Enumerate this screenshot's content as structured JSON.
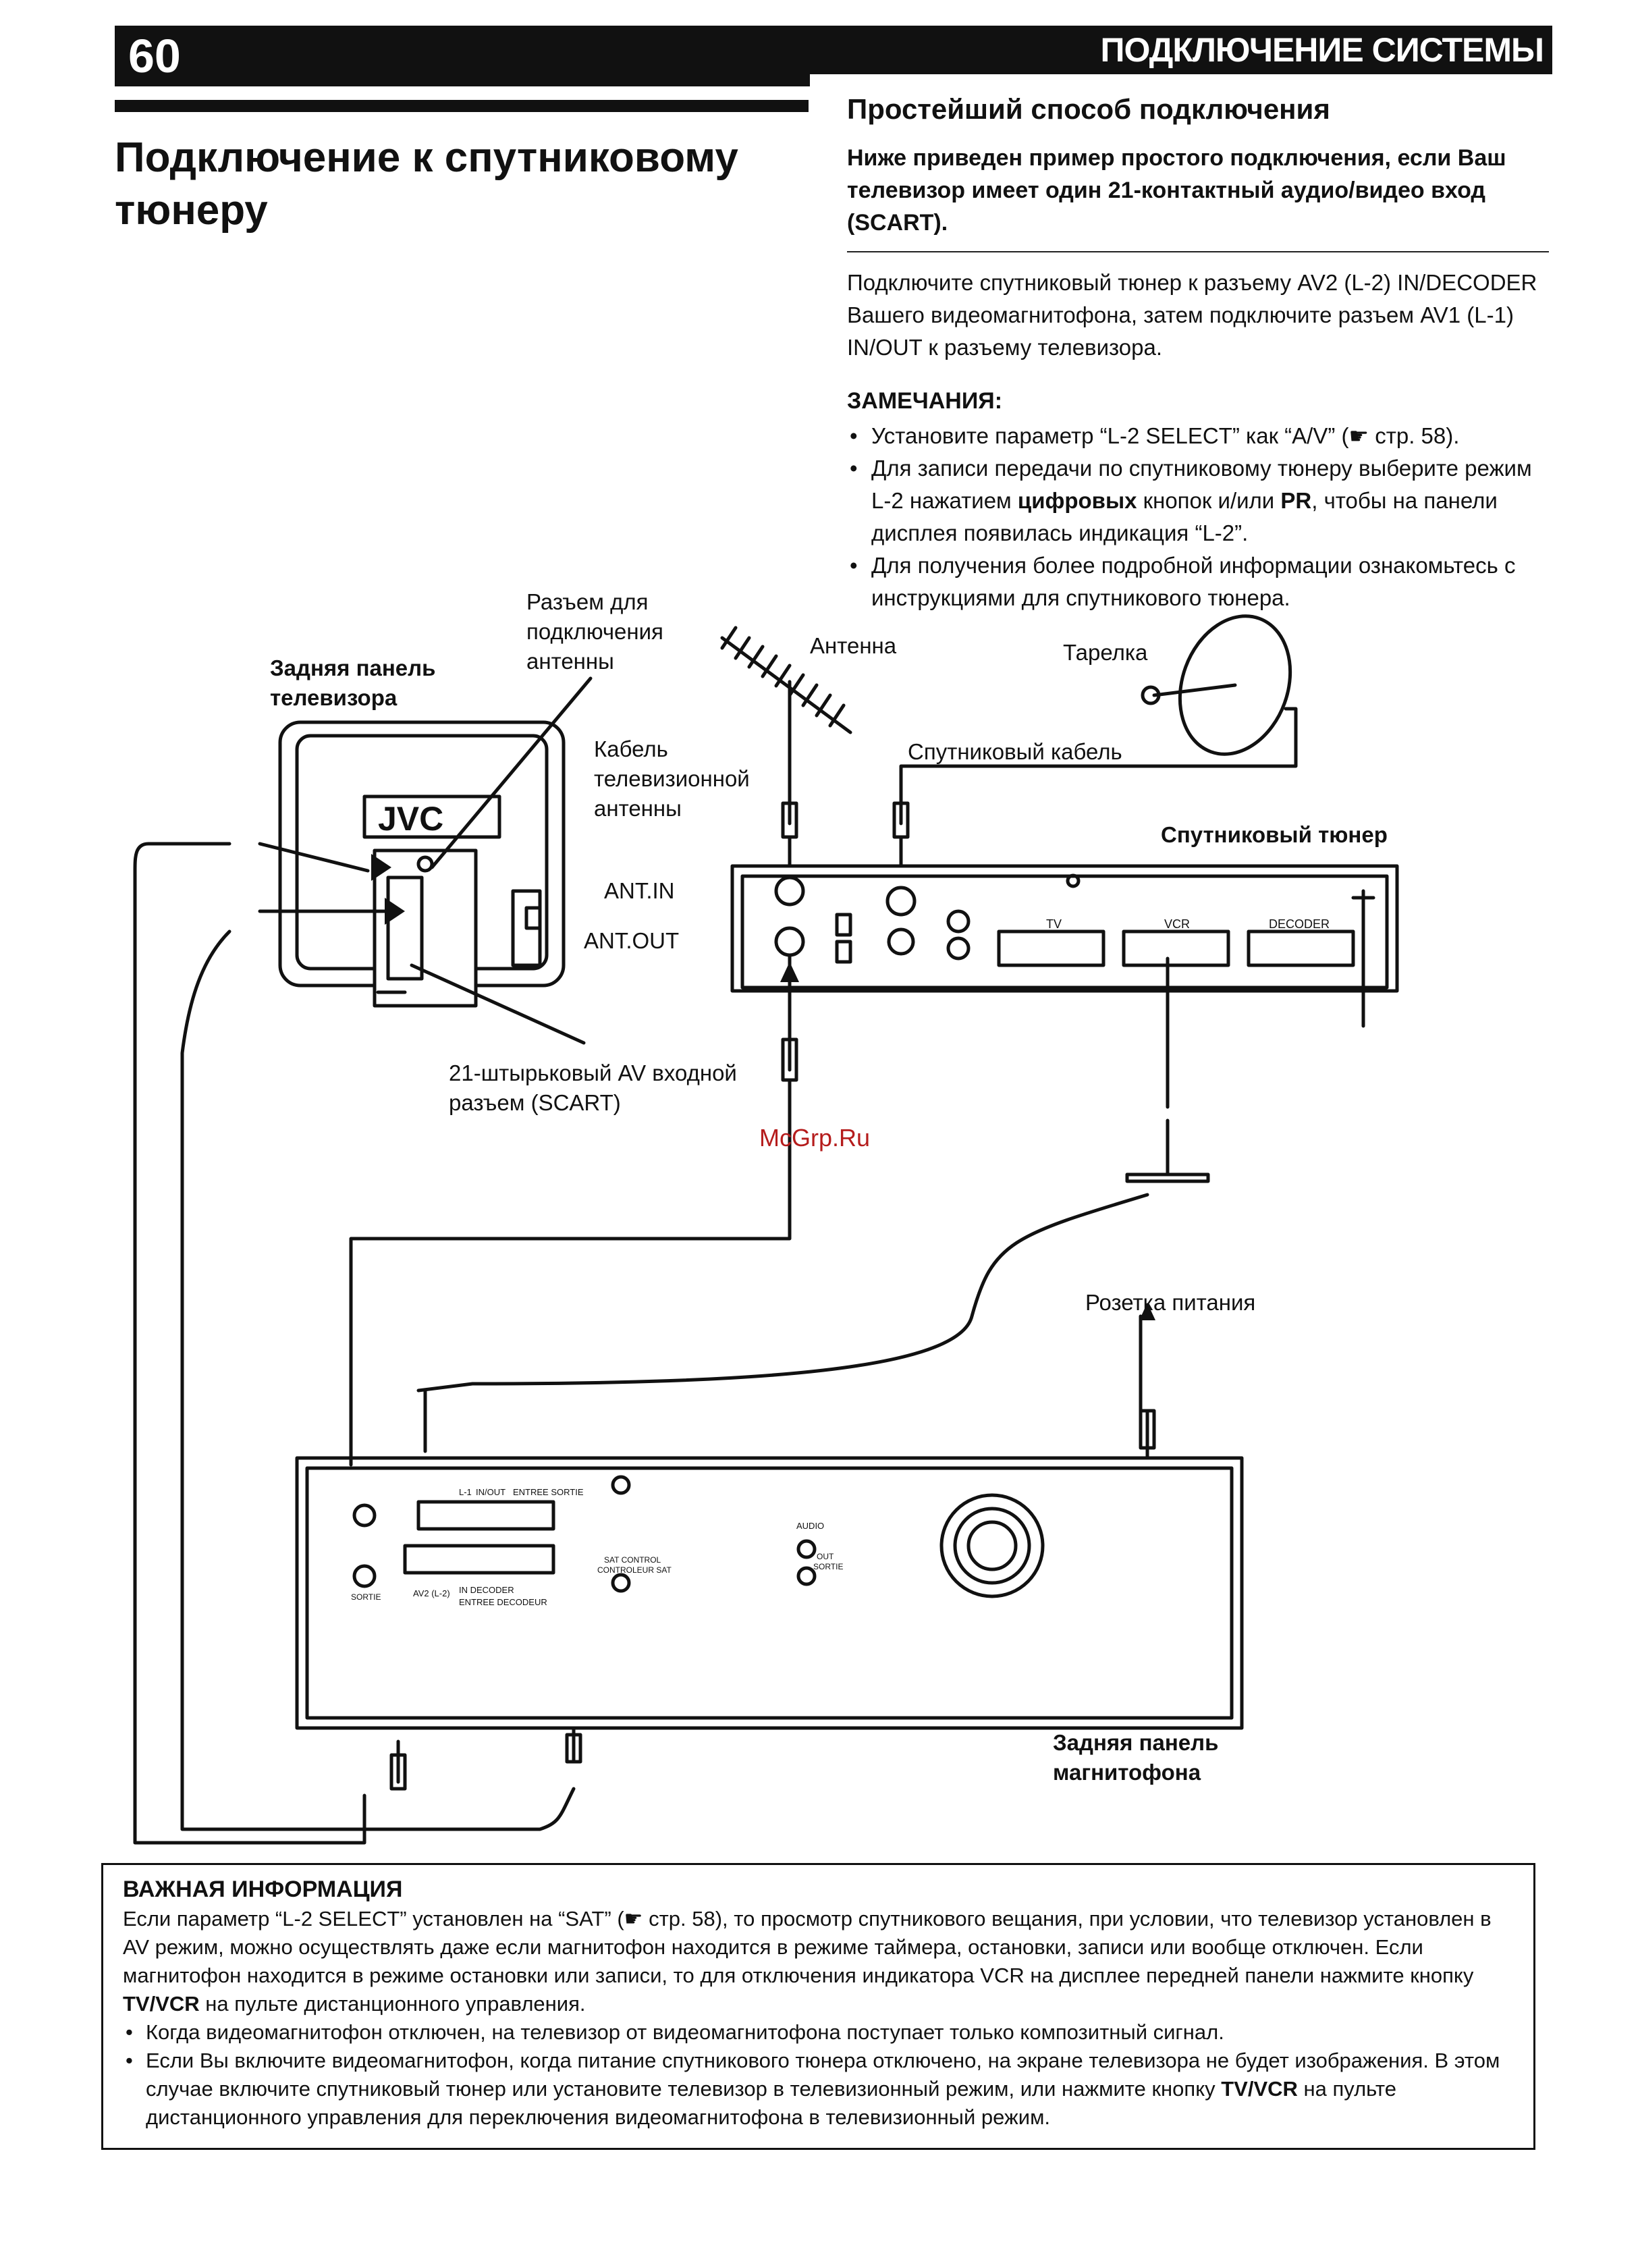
{
  "header": {
    "page_number": "60",
    "section_title": "ПОДКЛЮЧЕНИЕ СИСТЕМЫ"
  },
  "title": {
    "line1": "Подключение к спутниковому",
    "line2": "тюнеру"
  },
  "simple": {
    "heading": "Простейший способ подключения",
    "intro": "Ниже приведен пример простого подключения, если Ваш телевизор имеет один 21-контактный аудио/видео вход (SCART).",
    "body": "Подключите спутниковый тюнер к разъему AV2 (L-2) IN/DECODER Вашего видеомагнитофона, затем подключите разъем AV1 (L-1) IN/OUT к разъему телевизора."
  },
  "notes": {
    "heading": "ЗАМЕЧАНИЯ:",
    "items": [
      {
        "text": "Установите параметр “L-2 SELECT” как “A/V” (☛ стр. 58)."
      },
      {
        "pre": "Для записи передачи по спутниковому тюнеру выберите режим L-2 нажатием ",
        "bold1": "цифровых",
        "mid": " кнопок и/или ",
        "bold2": "PR",
        "post": ", чтобы на панели дисплея появилась индикация “L-2”."
      },
      {
        "text": "Для получения более подробной информации ознакомьтесь с инструкциями для спутникового тюнера."
      }
    ]
  },
  "diagram": {
    "antenna_connector": "Разъем для подключения антенны",
    "tv_rear": "Задняя панель телевизора",
    "antenna": "Антенна",
    "dish": "Тарелка",
    "tv_antenna_cable": "Кабель телевизионной антенны",
    "satellite_cable": "Спутниковый кабель",
    "satellite_tuner": "Спутниковый тюнер",
    "ant_in": "ANT.IN",
    "ant_out": "ANT.OUT",
    "scart_label": "21-штырьковый AV входной разъем (SCART)",
    "tuner_tv": "TV",
    "tuner_vcr": "VCR",
    "tuner_decoder": "DECODER",
    "tv_brand": "JVC",
    "power_outlet": "Розетка питания",
    "vcr_rear": "Задняя панель магнитофона",
    "vcr_in_out": "IN/OUT",
    "vcr_entree_sortie": "ENTREE SORTIE",
    "vcr_av1": "L-1",
    "vcr_av2": "AV2 (L-2)",
    "vcr_in_decoder": "IN DECODER",
    "vcr_entree_decodeur": "ENTREE DECODEUR",
    "vcr_sat_control": "SAT CONTROL",
    "vcr_controleur_sat": "CONTROLEUR SAT",
    "vcr_audio": "AUDIO",
    "vcr_out": "OUT",
    "vcr_sortie": "SORTIE",
    "vcr_sortie_small": "SORTIE"
  },
  "watermark": "McGrp.Ru",
  "important": {
    "heading": "ВАЖНАЯ ИНФОРМАЦИЯ",
    "p_pre": "Если параметр “L-2 SELECT” установлен на “SAT” (☛ стр. 58), то просмотр спутникового вещания, при условии, что телевизор установлен в AV режим, можно осуществлять даже если магнитофон находится в режиме таймера, остановки, записи или вообще отключен. Если магнитофон находится в режиме остановки или записи, то для отключения индикатора VCR на дисплее передней панели нажмите кнопку ",
    "p_bold": "TV/VCR",
    "p_post": " на пульте дистанционного управления.",
    "bullet1": "Когда видеомагнитофон отключен, на телевизор от видеомагнитофона поступает только композитный сигнал.",
    "bullet2_pre": "Если Вы включите видеомагнитофон, когда питание спутникового тюнера отключено, на экране телевизора не будет изображения. В этом случае включите спутниковый тюнер или установите телевизор в телевизионный режим, или нажмите кнопку ",
    "bullet2_bold": "TV/VCR",
    "bullet2_post": " на пульте дистанционного управления для переключения видеомагнитофона в телевизионный режим."
  }
}
